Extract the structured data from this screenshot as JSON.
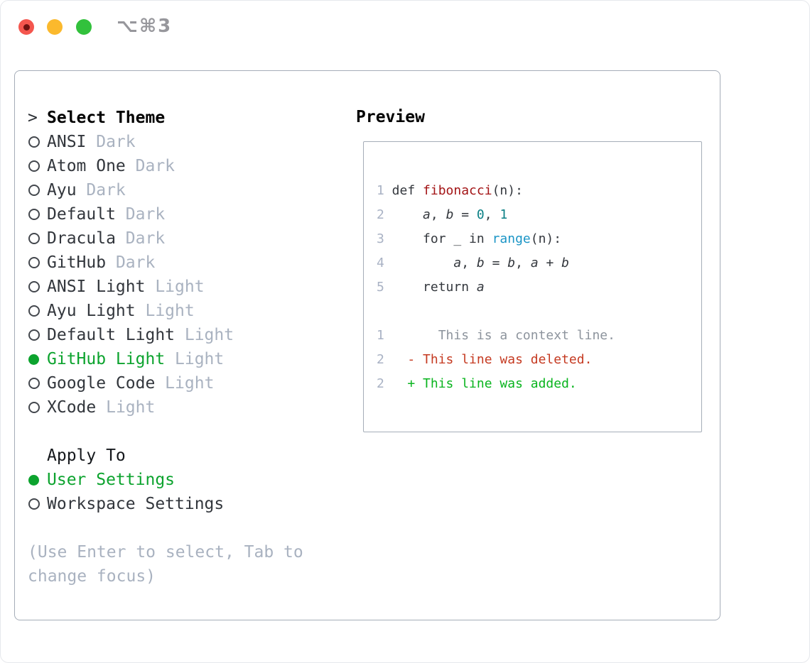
{
  "window": {
    "title": "⌥⌘3",
    "traffic_lights": [
      "close",
      "minimize",
      "maximize"
    ]
  },
  "theme_picker": {
    "prompt": ">",
    "heading": "Select Theme",
    "items": [
      {
        "name": "ANSI",
        "tag": "Dark",
        "selected": false
      },
      {
        "name": "Atom One",
        "tag": "Dark",
        "selected": false
      },
      {
        "name": "Ayu",
        "tag": "Dark",
        "selected": false
      },
      {
        "name": "Default",
        "tag": "Dark",
        "selected": false
      },
      {
        "name": "Dracula",
        "tag": "Dark",
        "selected": false
      },
      {
        "name": "GitHub",
        "tag": "Dark",
        "selected": false
      },
      {
        "name": "ANSI Light",
        "tag": "Light",
        "selected": false
      },
      {
        "name": "Ayu Light",
        "tag": "Light",
        "selected": false
      },
      {
        "name": "Default Light",
        "tag": "Light",
        "selected": false
      },
      {
        "name": "GitHub Light",
        "tag": "Light",
        "selected": true
      },
      {
        "name": "Google Code",
        "tag": "Light",
        "selected": false
      },
      {
        "name": "XCode",
        "tag": "Light",
        "selected": false
      }
    ]
  },
  "apply_to": {
    "heading": "Apply To",
    "options": [
      {
        "label": "User Settings",
        "selected": true
      },
      {
        "label": "Workspace Settings",
        "selected": false
      }
    ]
  },
  "help": {
    "line1": "(Use Enter to select, Tab to",
    "line2": "change focus)"
  },
  "preview": {
    "heading": "Preview",
    "code_lines": [
      {
        "tokens": [
          {
            "t": "1",
            "s": "lineno"
          },
          {
            "t": " def ",
            "s": "plain"
          },
          {
            "t": "fibonacci",
            "s": "func"
          },
          {
            "t": "(n):",
            "s": "plain"
          }
        ]
      },
      {
        "tokens": [
          {
            "t": "2",
            "s": "lineno"
          },
          {
            "t": "     ",
            "s": "plain"
          },
          {
            "t": "a",
            "s": "var"
          },
          {
            "t": ", ",
            "s": "plain"
          },
          {
            "t": "b",
            "s": "var"
          },
          {
            "t": " = ",
            "s": "plain"
          },
          {
            "t": "0",
            "s": "num"
          },
          {
            "t": ", ",
            "s": "plain"
          },
          {
            "t": "1",
            "s": "num"
          }
        ]
      },
      {
        "tokens": [
          {
            "t": "3",
            "s": "lineno"
          },
          {
            "t": "     for _ in ",
            "s": "plain"
          },
          {
            "t": "range",
            "s": "builtin"
          },
          {
            "t": "(n):",
            "s": "plain"
          }
        ]
      },
      {
        "tokens": [
          {
            "t": "4",
            "s": "lineno"
          },
          {
            "t": "         ",
            "s": "plain"
          },
          {
            "t": "a",
            "s": "var"
          },
          {
            "t": ", ",
            "s": "plain"
          },
          {
            "t": "b",
            "s": "var"
          },
          {
            "t": " = ",
            "s": "plain"
          },
          {
            "t": "b",
            "s": "var"
          },
          {
            "t": ", ",
            "s": "plain"
          },
          {
            "t": "a",
            "s": "var"
          },
          {
            "t": " + ",
            "s": "plain"
          },
          {
            "t": "b",
            "s": "var"
          }
        ]
      },
      {
        "tokens": [
          {
            "t": "5",
            "s": "lineno"
          },
          {
            "t": "     return ",
            "s": "plain"
          },
          {
            "t": "a",
            "s": "var"
          }
        ]
      },
      {
        "tokens": []
      },
      {
        "tokens": [
          {
            "t": "1",
            "s": "lineno"
          },
          {
            "t": "       This is a context line.",
            "s": "context"
          }
        ]
      },
      {
        "tokens": [
          {
            "t": "2",
            "s": "lineno"
          },
          {
            "t": "   - This line was deleted.",
            "s": "deleted"
          }
        ]
      },
      {
        "tokens": [
          {
            "t": "2",
            "s": "lineno"
          },
          {
            "t": "   + This line was added.",
            "s": "added"
          }
        ]
      }
    ]
  },
  "colors": {
    "sel_green": "#0ca32e",
    "added_green": "#09b41e",
    "deleted_red": "#c53a21",
    "func_red": "#a31416",
    "builtin_blue": "#1b95c6",
    "num_teal": "#0b8085",
    "code_dark": "#33373d",
    "text_dark": "#32363c",
    "tag_gray": "#a9b2c0",
    "help_gray": "#a9b2c0",
    "lineno_gray": "#a9b2c4",
    "context_gray": "#8d949d",
    "frame_border": "#a5adb8",
    "title_gray": "#97979c",
    "traffic_red": "#f4564e",
    "traffic_red_dot": "#6f1210",
    "traffic_yellow": "#fbb92d",
    "traffic_green": "#32c13c"
  }
}
